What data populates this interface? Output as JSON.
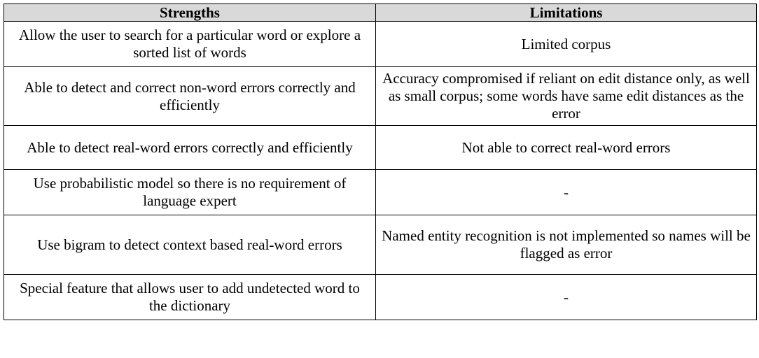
{
  "table": {
    "headers": [
      "Strengths",
      "Limitations"
    ],
    "rows": [
      {
        "strength": "Allow the user to search for a particular word or explore a sorted list of words",
        "limitation": "Limited corpus"
      },
      {
        "strength": "Able to detect and correct non-word errors correctly and efficiently",
        "limitation": "Accuracy compromised if reliant on edit distance only, as well as small corpus; some words have same edit distances as the error"
      },
      {
        "strength": "Able to detect real-word errors correctly and efficiently",
        "limitation": "Not able to correct real-word errors"
      },
      {
        "strength": "Use probabilistic model so there is no requirement of language expert",
        "limitation": "-"
      },
      {
        "strength": "Use bigram to detect context based real-word errors",
        "limitation": "Named entity recognition is not implemented so names will be flagged as error"
      },
      {
        "strength": "Special feature that allows user to add undetected word to the dictionary",
        "limitation": "-"
      }
    ]
  }
}
